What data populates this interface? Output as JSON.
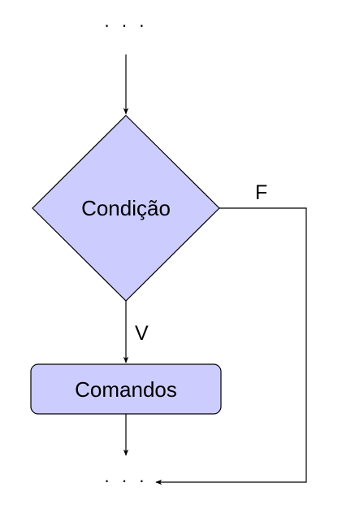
{
  "diagram": {
    "start_ellipsis": "· · ·",
    "end_ellipsis": "· · ·",
    "decision": {
      "label": "Condição",
      "fill_color": "#ccccff",
      "stroke_color": "#000000"
    },
    "process": {
      "label": "Comandos",
      "fill_color": "#ccccff",
      "stroke_color": "#000000"
    },
    "edges": {
      "true_label": "V",
      "false_label": "F"
    },
    "line_color": "#000000"
  }
}
